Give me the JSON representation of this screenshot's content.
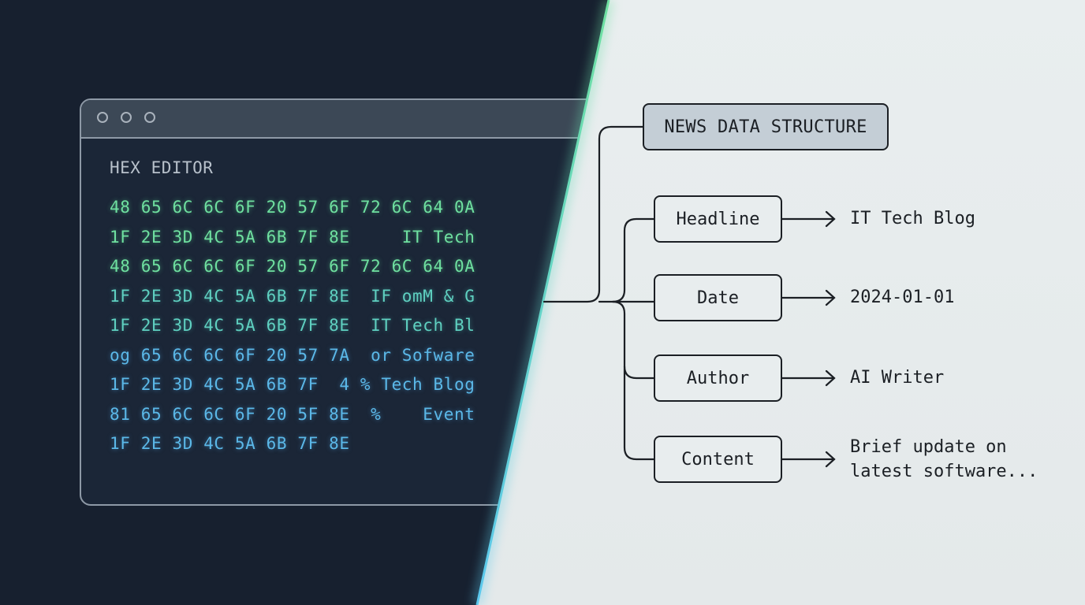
{
  "hex_editor": {
    "title": "HEX EDITOR",
    "window_controls": [
      "circle",
      "circle",
      "circle"
    ],
    "rows": [
      {
        "text": "48 65 6C 6C 6F 20 57 6F 72 6C 64 0A",
        "tone": "green"
      },
      {
        "text": "1F 2E 3D 4C 5A 6B 7F 8E     IT Tech",
        "tone": "green"
      },
      {
        "text": "48 65 6C 6C 6F 20 57 6F 72 6C 64 0A",
        "tone": "green"
      },
      {
        "text": "1F 2E 3D 4C 5A 6B 7F 8E  IF omM & G",
        "tone": "teal"
      },
      {
        "text": "1F 2E 3D 4C 5A 6B 7F 8E  IT Tech Bl",
        "tone": "teal"
      },
      {
        "text": "og 65 6C 6C 6F 20 57 7A  or Sofware",
        "tone": "blue"
      },
      {
        "text": "1F 2E 3D 4C 5A 6B 7F  4 % Tech Blog",
        "tone": "blue"
      },
      {
        "text": "81 65 6C 6C 6F 20 5F 8E  %    Event",
        "tone": "blue"
      },
      {
        "text": "1F 2E 3D 4C 5A 6B 7F 8E",
        "tone": "blue"
      }
    ]
  },
  "diagram": {
    "root": "NEWS DATA STRUCTURE",
    "fields": [
      {
        "label": "Headline",
        "value": "IT Tech Blog"
      },
      {
        "label": "Date",
        "value": "2024-01-01"
      },
      {
        "label": "Author",
        "value": "AI Writer"
      },
      {
        "label": "Content",
        "value": "Brief update on\nlatest software..."
      }
    ]
  },
  "colors": {
    "dark_bg": "#17202f",
    "light_bg": "#e6ebec",
    "hex_green": "#6fe0a0",
    "hex_blue": "#5bb8e8",
    "divider_top": "#6ee0a0",
    "divider_bottom": "#5bc8ee",
    "title_node_fill": "#c4ced6",
    "ink": "#1b1f24"
  }
}
